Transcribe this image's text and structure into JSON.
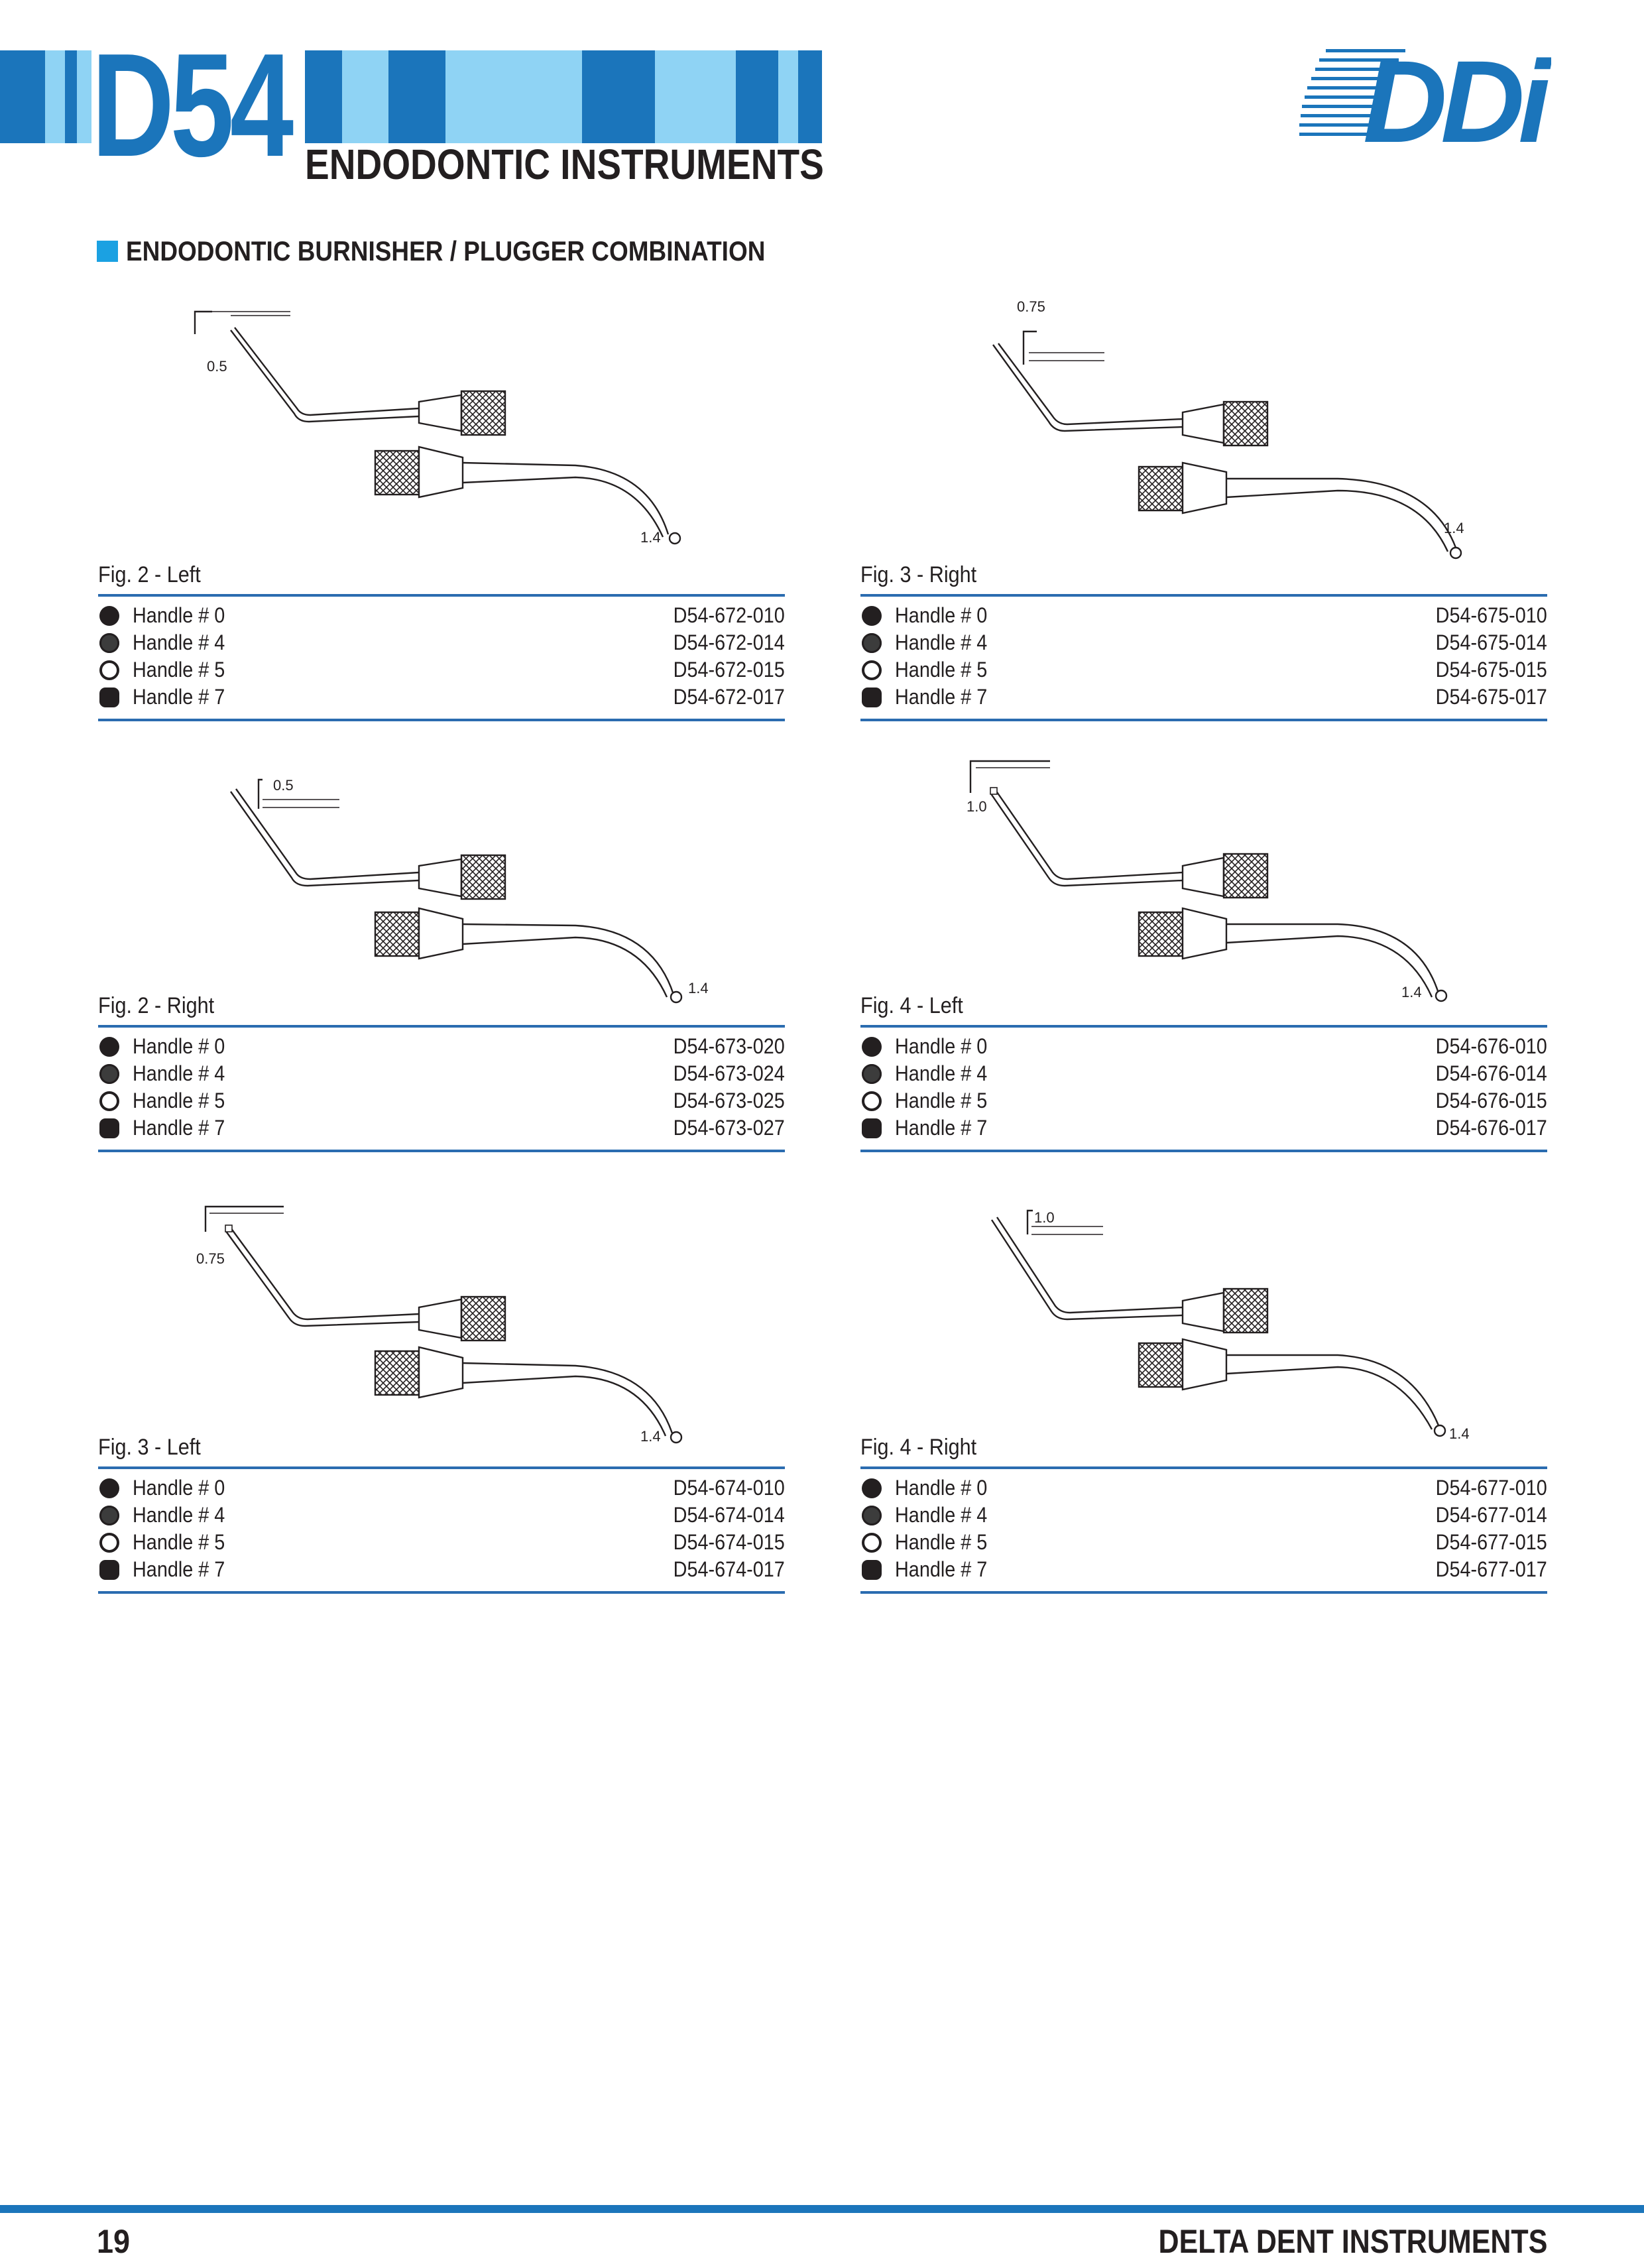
{
  "header": {
    "code": "D54",
    "title": "ENDODONTIC INSTRUMENTS",
    "logo_text": "DDi",
    "accent_color": "#1b75bb",
    "light_color": "#8fd3f4"
  },
  "section": {
    "title": "ENDODONTIC BURNISHER / PLUGGER COMBINATION"
  },
  "panels": [
    {
      "caption": "Fig. 2 - Left",
      "dim_top": "0.5",
      "dim_bottom": "1.4",
      "rows": [
        {
          "handle": "Handle # 0",
          "code": "D54-672-010",
          "marker": "black"
        },
        {
          "handle": "Handle # 4",
          "code": "D54-672-014",
          "marker": "grey"
        },
        {
          "handle": "Handle # 5",
          "code": "D54-672-015",
          "marker": "white"
        },
        {
          "handle": "Handle # 7",
          "code": "D54-672-017",
          "marker": "octagon"
        }
      ]
    },
    {
      "caption": "Fig. 3 - Right",
      "dim_top": "0.75",
      "dim_bottom": "1.4",
      "rows": [
        {
          "handle": "Handle # 0",
          "code": "D54-675-010",
          "marker": "black"
        },
        {
          "handle": "Handle # 4",
          "code": "D54-675-014",
          "marker": "grey"
        },
        {
          "handle": "Handle # 5",
          "code": "D54-675-015",
          "marker": "white"
        },
        {
          "handle": "Handle # 7",
          "code": "D54-675-017",
          "marker": "octagon"
        }
      ]
    },
    {
      "caption": "Fig. 2 - Right",
      "dim_top": "0.5",
      "dim_bottom": "1.4",
      "rows": [
        {
          "handle": "Handle # 0",
          "code": "D54-673-020",
          "marker": "black"
        },
        {
          "handle": "Handle # 4",
          "code": "D54-673-024",
          "marker": "grey"
        },
        {
          "handle": "Handle # 5",
          "code": "D54-673-025",
          "marker": "white"
        },
        {
          "handle": "Handle # 7",
          "code": "D54-673-027",
          "marker": "octagon"
        }
      ]
    },
    {
      "caption": "Fig. 4 - Left",
      "dim_top": "1.0",
      "dim_bottom": "1.4",
      "rows": [
        {
          "handle": "Handle # 0",
          "code": "D54-676-010",
          "marker": "black"
        },
        {
          "handle": "Handle # 4",
          "code": "D54-676-014",
          "marker": "grey"
        },
        {
          "handle": "Handle # 5",
          "code": "D54-676-015",
          "marker": "white"
        },
        {
          "handle": "Handle # 7",
          "code": "D54-676-017",
          "marker": "octagon"
        }
      ]
    },
    {
      "caption": "Fig. 3 - Left",
      "dim_top": "0.75",
      "dim_bottom": "1.4",
      "rows": [
        {
          "handle": "Handle # 0",
          "code": "D54-674-010",
          "marker": "black"
        },
        {
          "handle": "Handle # 4",
          "code": "D54-674-014",
          "marker": "grey"
        },
        {
          "handle": "Handle # 5",
          "code": "D54-674-015",
          "marker": "white"
        },
        {
          "handle": "Handle # 7",
          "code": "D54-674-017",
          "marker": "octagon"
        }
      ]
    },
    {
      "caption": "Fig. 4 - Right",
      "dim_top": "1.0",
      "dim_bottom": "1.4",
      "rows": [
        {
          "handle": "Handle # 0",
          "code": "D54-677-010",
          "marker": "black"
        },
        {
          "handle": "Handle # 4",
          "code": "D54-677-014",
          "marker": "grey"
        },
        {
          "handle": "Handle # 5",
          "code": "D54-677-015",
          "marker": "white"
        },
        {
          "handle": "Handle # 7",
          "code": "D54-677-017",
          "marker": "octagon"
        }
      ]
    }
  ],
  "footer": {
    "page_number": "19",
    "brand": "DELTA DENT INSTRUMENTS"
  }
}
